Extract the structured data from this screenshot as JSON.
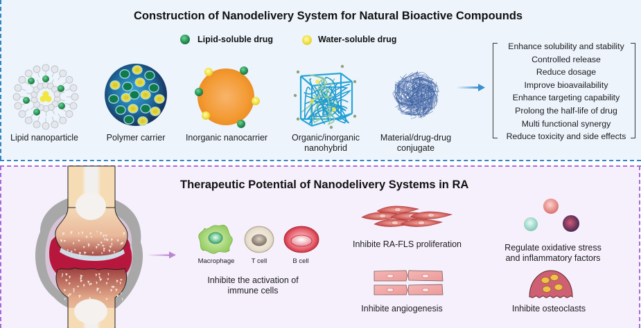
{
  "construction_panel": {
    "title": "Construction of Nanodelivery System for Natural Bioactive Compounds",
    "legend": [
      {
        "label": "Lipid-soluble drug",
        "color": "#2e9a5a",
        "icon": "green-drug-dot-icon"
      },
      {
        "label": "Water-soluble drug",
        "color": "#f3e448",
        "icon": "yellow-drug-dot-icon"
      }
    ],
    "carriers": [
      {
        "label": "Lipid nanoparticle",
        "icon": "lipid-nanoparticle-icon"
      },
      {
        "label": "Polymer carrier",
        "icon": "polymer-carrier-icon"
      },
      {
        "label": "Inorganic nanocarrier",
        "icon": "inorganic-nanocarrier-icon"
      },
      {
        "label_line1": "Organic/inorganic",
        "label_line2": "nanohybrid",
        "icon": "nanohybrid-cube-icon"
      },
      {
        "label_line1": "Material/drug-drug",
        "label_line2": "conjugate",
        "icon": "conjugate-coil-icon"
      }
    ],
    "arrow_icon": "arrow-right-icon",
    "benefits": [
      "Enhance solubility and stability",
      "Controlled release",
      "Reduce dosage",
      "Improve bioavailability",
      "Enhance targeting capability",
      "Prolong the half-life of drug",
      "Multi functional synergy",
      "Reduce toxicity and side effects"
    ],
    "colors": {
      "border": "#2f86c2",
      "background": "#edf4fc"
    }
  },
  "therapeutic_panel": {
    "title": "Therapeutic Potential of Nanodelivery Systems in RA",
    "joint_icon": "inflamed-joint-icon",
    "arrow_icon": "arrow-right-icon",
    "immune": {
      "cells": [
        {
          "label": "Macrophage",
          "icon": "macrophage-icon"
        },
        {
          "label": "T cell",
          "icon": "t-cell-icon"
        },
        {
          "label": "B cell",
          "icon": "b-cell-icon"
        }
      ],
      "caption_line1": "Inhibite the activation of",
      "caption_line2": "immune cells"
    },
    "effects": [
      {
        "label": "Inhibite RA-FLS proliferation",
        "icon": "fibroblast-cells-icon"
      },
      {
        "label_line1": "Regulate oxidative stress",
        "label_line2": "and inflammatory factors",
        "icon": "inflammatory-factor-spheres-icon"
      },
      {
        "label": "Inhibite angiogenesis",
        "icon": "endothelial-cells-icon"
      },
      {
        "label": "Inhibite osteoclasts",
        "icon": "osteoclast-icon"
      }
    ],
    "colors": {
      "border": "#a56ad9",
      "background": "#f6f0fd"
    }
  }
}
